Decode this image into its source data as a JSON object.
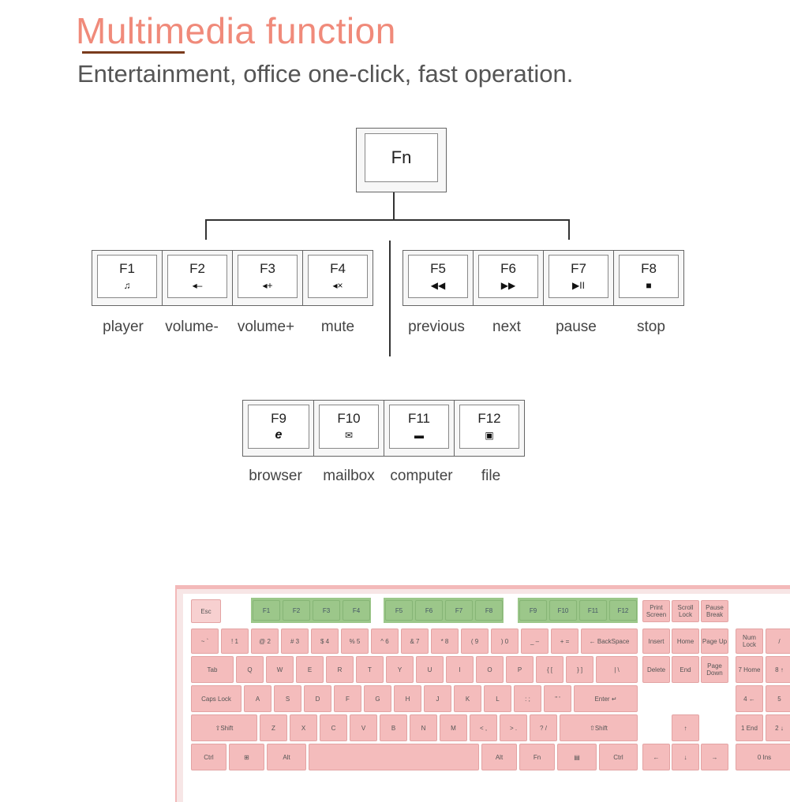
{
  "title": "Multimedia function",
  "subtitle": "Entertainment, office one-click, fast operation.",
  "fn_key": "Fn",
  "group1": [
    {
      "key": "F1",
      "icon": "♫",
      "icon_name": "music-note-icon",
      "caption": "player"
    },
    {
      "key": "F2",
      "icon": "◂–",
      "icon_name": "volume-down-icon",
      "caption": "volume-"
    },
    {
      "key": "F3",
      "icon": "◂+",
      "icon_name": "volume-up-icon",
      "caption": "volume+"
    },
    {
      "key": "F4",
      "icon": "◂×",
      "icon_name": "mute-icon",
      "caption": "mute"
    }
  ],
  "group2": [
    {
      "key": "F5",
      "icon": "◀◀",
      "icon_name": "previous-track-icon",
      "caption": "previous"
    },
    {
      "key": "F6",
      "icon": "▶▶",
      "icon_name": "next-track-icon",
      "caption": "next"
    },
    {
      "key": "F7",
      "icon": "▶II",
      "icon_name": "play-pause-icon",
      "caption": "pause"
    },
    {
      "key": "F8",
      "icon": "■",
      "icon_name": "stop-icon",
      "caption": "stop"
    }
  ],
  "group3": [
    {
      "key": "F9",
      "icon": "e",
      "icon_name": "browser-icon",
      "caption": "browser"
    },
    {
      "key": "F10",
      "icon": "✉",
      "icon_name": "mail-icon",
      "caption": "mailbox"
    },
    {
      "key": "F11",
      "icon": "▬",
      "icon_name": "computer-icon",
      "caption": "computer"
    },
    {
      "key": "F12",
      "icon": "▣",
      "icon_name": "folder-icon",
      "caption": "file"
    }
  ],
  "keyboard": {
    "esc": "Esc",
    "fkeys": [
      "F1",
      "F2",
      "F3",
      "F4",
      "F5",
      "F6",
      "F7",
      "F8",
      "F9",
      "F10",
      "F11",
      "F12"
    ],
    "nav_top": [
      "Print Screen",
      "Scroll Lock",
      "Pause Break"
    ],
    "row1": [
      "~ `",
      "! 1",
      "@ 2",
      "# 3",
      "$ 4",
      "% 5",
      "^ 6",
      "& 7",
      "* 8",
      "( 9",
      ") 0",
      "_ –",
      "+ ="
    ],
    "backspace": "← BackSpace",
    "nav1": [
      "Insert",
      "Home",
      "Page Up"
    ],
    "num1": [
      "Num Lock",
      "/"
    ],
    "tab": "Tab",
    "row2": [
      "Q",
      "W",
      "E",
      "R",
      "T",
      "Y",
      "U",
      "I",
      "O",
      "P",
      "{ [",
      "} ]",
      "| \\"
    ],
    "nav2": [
      "Delete",
      "End",
      "Page Down"
    ],
    "num2": [
      "7 Home",
      "8 ↑"
    ],
    "caps": "Caps Lock",
    "row3": [
      "A",
      "S",
      "D",
      "F",
      "G",
      "H",
      "J",
      "K",
      "L",
      ": ;",
      "\" '"
    ],
    "enter": "Enter ↵",
    "num3": [
      "4 ←",
      "5"
    ],
    "lshift": "⇧Shift",
    "row4": [
      "Z",
      "X",
      "C",
      "V",
      "B",
      "N",
      "M",
      "< ,",
      "> .",
      "? /"
    ],
    "rshift": "⇧Shift",
    "arrow_up": "↑",
    "num4": [
      "1 End",
      "2 ↓"
    ],
    "bottom": {
      "ctrl": "Ctrl",
      "win": "⊞",
      "alt": "Alt",
      "alt_r": "Alt",
      "fn": "Fn",
      "menu": "▤",
      "ctrl_r": "Ctrl"
    },
    "arrows": [
      "←",
      "↓",
      "→"
    ],
    "num5": [
      "0 Ins"
    ]
  }
}
